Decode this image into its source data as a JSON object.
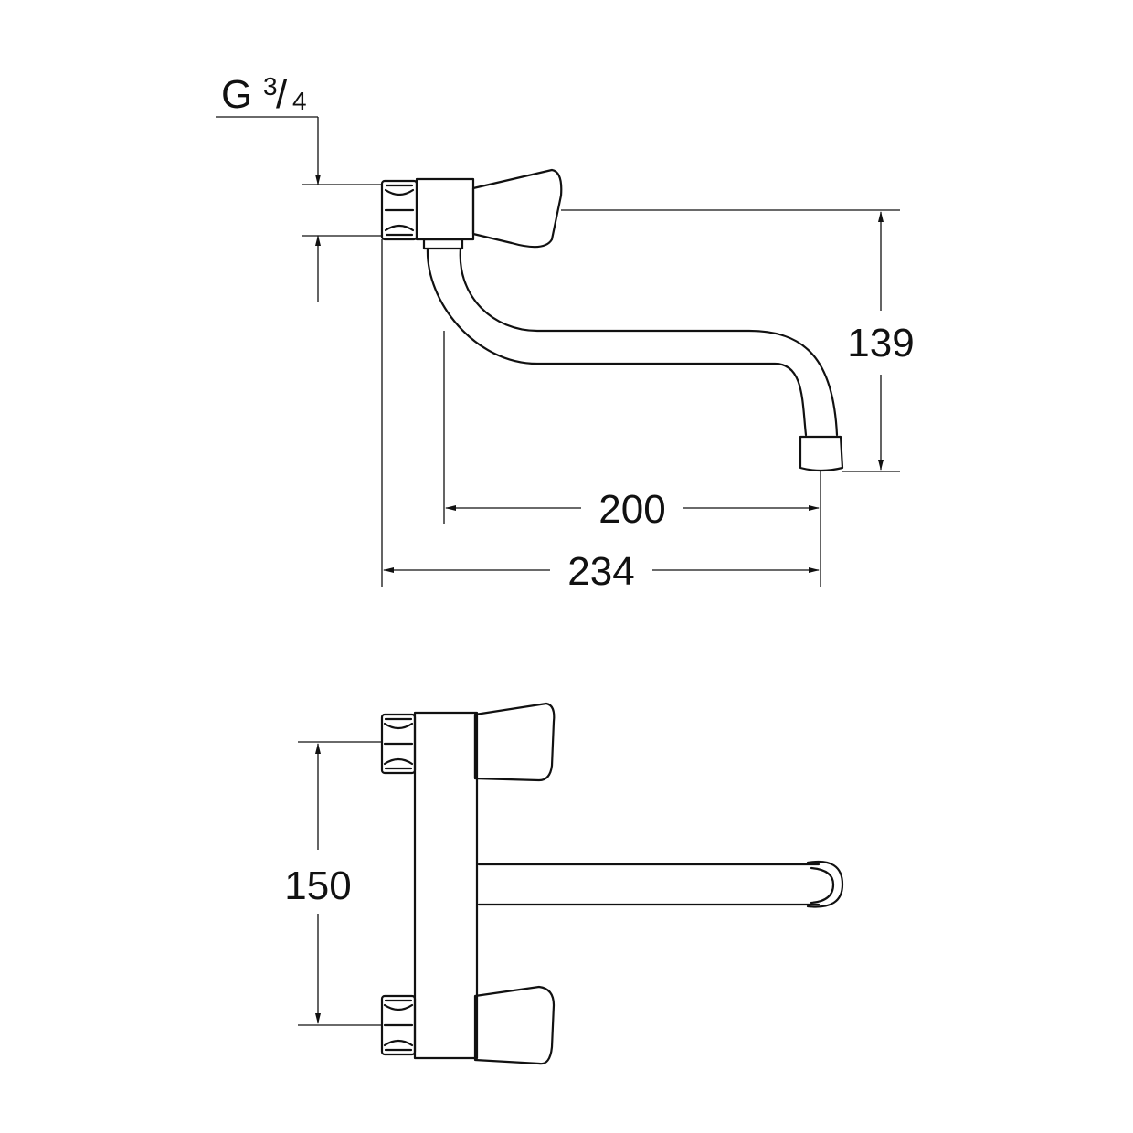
{
  "diagram": {
    "thread": {
      "letter": "G",
      "numerator": "3",
      "slash": "/",
      "denominator": "4"
    },
    "dimensions": {
      "height": "139",
      "spout_reach": "200",
      "total_depth": "234",
      "inlet_spacing": "150"
    }
  }
}
